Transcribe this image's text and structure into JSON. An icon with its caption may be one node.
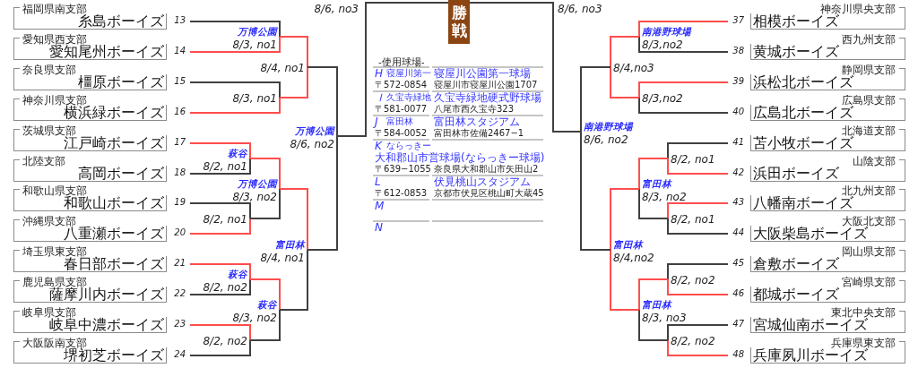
{
  "diagram": {
    "nodes": [
      {
        "text": [
          "福岡県南支部",
          "糸島ボーイズ"
        ],
        "beside": [
          "13"
        ]
      },
      {
        "text": [
          "愛知県西支部",
          "愛知尾州ボーイズ"
        ],
        "beside": [
          "14"
        ]
      },
      {
        "text": [
          "奈良県支部",
          "橿原ボーイズ"
        ],
        "beside": [
          "15"
        ]
      },
      {
        "text": [
          "神奈川県支部",
          "横浜緑ボーイズ"
        ],
        "beside": [
          "16"
        ]
      },
      {
        "text": [
          "茨城県支部",
          "江戸崎ボーイズ"
        ],
        "beside": [
          "17"
        ]
      },
      {
        "text": [
          "北陸支部",
          "高岡ボーイズ"
        ],
        "beside": [
          "18"
        ]
      },
      {
        "text": [
          "和歌山県支部",
          "和歌山ボーイズ"
        ],
        "beside": [
          "19"
        ]
      },
      {
        "text": [
          "沖縄県支部",
          "八重瀬ボーイズ"
        ],
        "beside": [
          "20"
        ]
      },
      {
        "text": [
          "埼玉県東支部",
          "春日部ボーイズ"
        ],
        "beside": [
          "21"
        ]
      },
      {
        "text": [
          "鹿児島県支部",
          "薩摩川内ボーイズ"
        ],
        "beside": [
          "22"
        ]
      },
      {
        "text": [
          "岐阜県支部",
          "岐阜中濃ボーイズ"
        ],
        "beside": [
          "23"
        ]
      },
      {
        "text": [
          "大阪阪南支部",
          "堺初芝ボーイズ"
        ],
        "beside": [
          "24"
        ]
      },
      {
        "text": [
          "万博公園",
          "8/3, no1"
        ]
      },
      {
        "text": [
          "8/3, no1"
        ]
      },
      {
        "text": [
          "8/4, no1"
        ]
      },
      {
        "text": [
          "萩谷",
          "8/2, no1"
        ]
      },
      {
        "text": [
          "8/2, no1"
        ]
      },
      {
        "text": [
          "万博公園",
          "8/3, no2"
        ]
      },
      {
        "text": [
          "萩谷",
          "8/2, no2"
        ]
      },
      {
        "text": [
          "8/2, no2"
        ]
      },
      {
        "text": [
          "萩谷",
          "8/3, no2"
        ]
      },
      {
        "text": [
          "富田林",
          "8/4, no1"
        ]
      },
      {
        "text": [
          "万博公園",
          "8/6, no2"
        ]
      },
      {
        "text": [
          "勝戦"
        ]
      },
      {
        "text": [
          "南港野球場",
          "8/3,no2"
        ]
      },
      {
        "text": [
          "8/3,no2"
        ]
      },
      {
        "text": [
          "8/4,no3"
        ]
      },
      {
        "text": [
          "8/2, no1"
        ]
      },
      {
        "text": [
          "8/2, no1"
        ]
      },
      {
        "text": [
          "富田林",
          "8/3, no2"
        ]
      },
      {
        "text": [
          "8/2, no2"
        ]
      },
      {
        "text": [
          "8/2, no2"
        ]
      },
      {
        "text": [
          "富田林",
          "8/3, no3"
        ]
      },
      {
        "text": [
          "富田林",
          "8/4,no2"
        ]
      },
      {
        "text": [
          "南港野球場",
          "8/6, no2"
        ]
      },
      {
        "text": [
          "神奈川県央支部",
          "相模ボーイズ"
        ],
        "beside": [
          "37"
        ]
      },
      {
        "text": [
          "西九州支部",
          "黄城ボーイズ"
        ],
        "beside": [
          "38"
        ]
      },
      {
        "text": [
          "静岡県支部",
          "浜松北ボーイズ"
        ],
        "beside": [
          "39"
        ]
      },
      {
        "text": [
          "広島県支部",
          "広島北ボーイズ"
        ],
        "beside": [
          "40"
        ]
      },
      {
        "text": [
          "北海道支部",
          "苫小牧ボーイズ"
        ],
        "beside": [
          "41"
        ]
      },
      {
        "text": [
          "山陰支部",
          "浜田ボーイズ"
        ],
        "beside": [
          "42"
        ]
      },
      {
        "text": [
          "北九州支部",
          "八幡南ボーイズ"
        ],
        "beside": [
          "43"
        ]
      },
      {
        "text": [
          "大阪北支部",
          "大阪柴島ボーイズ"
        ],
        "beside": [
          "44"
        ]
      },
      {
        "text": [
          "岡山県支部",
          "倉敷ボーイズ"
        ],
        "beside": [
          "45"
        ]
      },
      {
        "text": [
          "宮崎県支部",
          "都城ボーイズ"
        ],
        "beside": [
          "46"
        ]
      },
      {
        "text": [
          "東北中央支部",
          "宮城仙南ボーイズ"
        ],
        "beside": [
          "47"
        ]
      },
      {
        "text": [
          "兵庫県東支部",
          "兵庫夙川ボーイズ"
        ],
        "beside": [
          "48"
        ]
      }
    ],
    "edges": [
      {
        "from": 0,
        "to": 12,
        "arrow": "none"
      },
      {
        "from": 1,
        "to": 12,
        "arrow": "none",
        "color": "#ff4d4d"
      },
      {
        "from": 2,
        "to": 13,
        "arrow": "none"
      },
      {
        "from": 3,
        "to": 13,
        "arrow": "none",
        "color": "#ff4d4d"
      },
      {
        "from": 12,
        "to": 14,
        "arrow": "none",
        "color": "#ff4d4d"
      },
      {
        "from": 13,
        "to": 14,
        "arrow": "none",
        "color": "#ff4d4d"
      },
      {
        "from": 4,
        "to": 15,
        "arrow": "none",
        "color": "#ff4d4d"
      },
      {
        "from": 5,
        "to": 15,
        "arrow": "none"
      },
      {
        "from": 6,
        "to": 16,
        "arrow": "none"
      },
      {
        "from": 7,
        "to": 16,
        "arrow": "none",
        "color": "#ff4d4d"
      },
      {
        "from": 15,
        "to": 17,
        "arrow": "none",
        "color": "#ff4d4d"
      },
      {
        "from": 16,
        "to": 17,
        "arrow": "none"
      },
      {
        "from": 8,
        "to": 18,
        "arrow": "none",
        "color": "#ff4d4d"
      },
      {
        "from": 9,
        "to": 18,
        "arrow": "none"
      },
      {
        "from": 10,
        "to": 19,
        "arrow": "none",
        "color": "#ff4d4d"
      },
      {
        "from": 11,
        "to": 19,
        "arrow": "none"
      },
      {
        "from": 18,
        "to": 20,
        "arrow": "none",
        "color": "#ff4d4d"
      },
      {
        "from": 19,
        "to": 20,
        "arrow": "none"
      },
      {
        "from": 17,
        "to": 21,
        "arrow": "none",
        "color": "#ff4d4d"
      },
      {
        "from": 20,
        "to": 21,
        "arrow": "none"
      },
      {
        "from": 14,
        "to": 22,
        "arrow": "none"
      },
      {
        "from": 21,
        "to": 22,
        "arrow": "none"
      },
      {
        "from": 22,
        "to": 23,
        "arrow": "none",
        "label": "8/6, no3"
      },
      {
        "from": 35,
        "to": 24,
        "arrow": "none",
        "color": "#ff4d4d"
      },
      {
        "from": 36,
        "to": 24,
        "arrow": "none"
      },
      {
        "from": 37,
        "to": 25,
        "arrow": "none",
        "color": "#ff4d4d"
      },
      {
        "from": 38,
        "to": 25,
        "arrow": "none"
      },
      {
        "from": 24,
        "to": 26,
        "arrow": "none",
        "color": "#ff4d4d"
      },
      {
        "from": 25,
        "to": 26,
        "arrow": "none",
        "color": "#ff4d4d"
      },
      {
        "from": 39,
        "to": 27,
        "arrow": "none"
      },
      {
        "from": 40,
        "to": 27,
        "arrow": "none",
        "color": "#ff4d4d"
      },
      {
        "from": 41,
        "to": 28,
        "arrow": "none",
        "color": "#ff4d4d"
      },
      {
        "from": 42,
        "to": 28,
        "arrow": "none"
      },
      {
        "from": 27,
        "to": 29,
        "arrow": "none",
        "color": "#ff4d4d"
      },
      {
        "from": 28,
        "to": 29,
        "arrow": "none"
      },
      {
        "from": 43,
        "to": 30,
        "arrow": "none"
      },
      {
        "from": 44,
        "to": 30,
        "arrow": "none",
        "color": "#ff4d4d"
      },
      {
        "from": 45,
        "to": 31,
        "arrow": "none"
      },
      {
        "from": 46,
        "to": 31,
        "arrow": "none",
        "color": "#ff4d4d"
      },
      {
        "from": 30,
        "to": 32,
        "arrow": "none",
        "color": "#ff4d4d"
      },
      {
        "from": 31,
        "to": 32,
        "arrow": "none"
      },
      {
        "from": 29,
        "to": 33,
        "arrow": "none",
        "color": "#ff4d4d"
      },
      {
        "from": 32,
        "to": 33,
        "arrow": "none",
        "color": "#ff4d4d"
      },
      {
        "from": 26,
        "to": 34,
        "arrow": "none"
      },
      {
        "from": 33,
        "to": 34,
        "arrow": "none"
      },
      {
        "from": 34,
        "to": 23,
        "arrow": "none",
        "label": "8/6, no3"
      }
    ],
    "labels": [
      "-使用球場-",
      "H",
      "寝屋川第一",
      "寝屋川公園第一球場",
      "〒572-0854",
      "寝屋川市寝屋川公園1707",
      "Ｉ",
      "久宝寺緑地",
      "久宝寺緑地硬式野球場",
      "〒581-0077",
      "八尾市西久宝寺323",
      "J",
      "富田林",
      "富田林スタジアム",
      "〒584-0052",
      "富田林市佐備2467−1",
      "K",
      "ならっきー",
      "大和郡山市営球場(ならっきー球場)",
      "〒639−1055",
      "奈良県大和郡山市矢田山2",
      "L",
      "伏見桃山スタジアム",
      "〒612-0853",
      "京都市伏見区桃山町大蔵45",
      "M",
      "N"
    ]
  }
}
